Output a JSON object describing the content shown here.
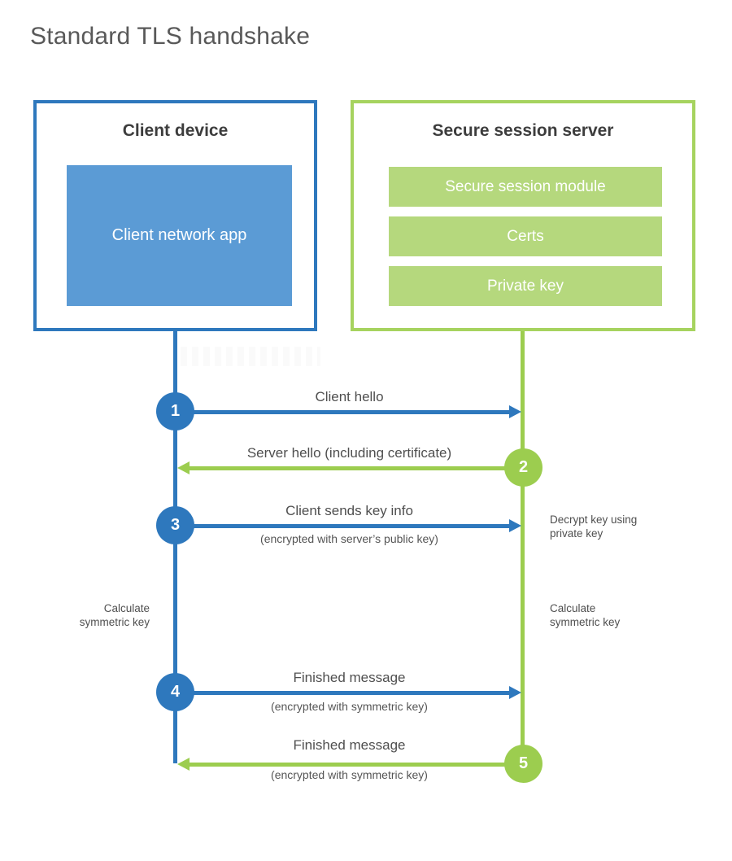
{
  "title": "Standard TLS handshake",
  "colors": {
    "blue": "#2e78bd",
    "blue_fill": "#5b9bd5",
    "green": "#9ccd4f",
    "green_border": "#a6d35f",
    "green_fill": "#b5d87d",
    "heading_text": "#3d3d3d",
    "label_text": "#4f4f4f",
    "title_text": "#595959"
  },
  "client": {
    "title": "Client device",
    "app": "Client network app"
  },
  "server": {
    "title": "Secure session server",
    "modules": [
      "Secure session module",
      "Certs",
      "Private key"
    ]
  },
  "steps": [
    {
      "num": "1",
      "label": "Client hello",
      "direction": "client-to-server"
    },
    {
      "num": "2",
      "label": "Server hello (including certificate)",
      "direction": "server-to-client"
    },
    {
      "num": "3",
      "label": "Client sends key info",
      "sub": "(encrypted with server’s public key)",
      "direction": "client-to-server"
    },
    {
      "num": "4",
      "label": "Finished message",
      "sub": "(encrypted with symmetric key)",
      "direction": "client-to-server"
    },
    {
      "num": "5",
      "label": "Finished message",
      "sub": "(encrypted with symmetric key)",
      "direction": "server-to-client"
    }
  ],
  "notes": {
    "decrypt": {
      "line1": "Decrypt key using",
      "line2": "private key"
    },
    "calc_left": {
      "line1": "Calculate",
      "line2": "symmetric key"
    },
    "calc_right": {
      "line1": "Calculate",
      "line2": "symmetric key"
    }
  }
}
